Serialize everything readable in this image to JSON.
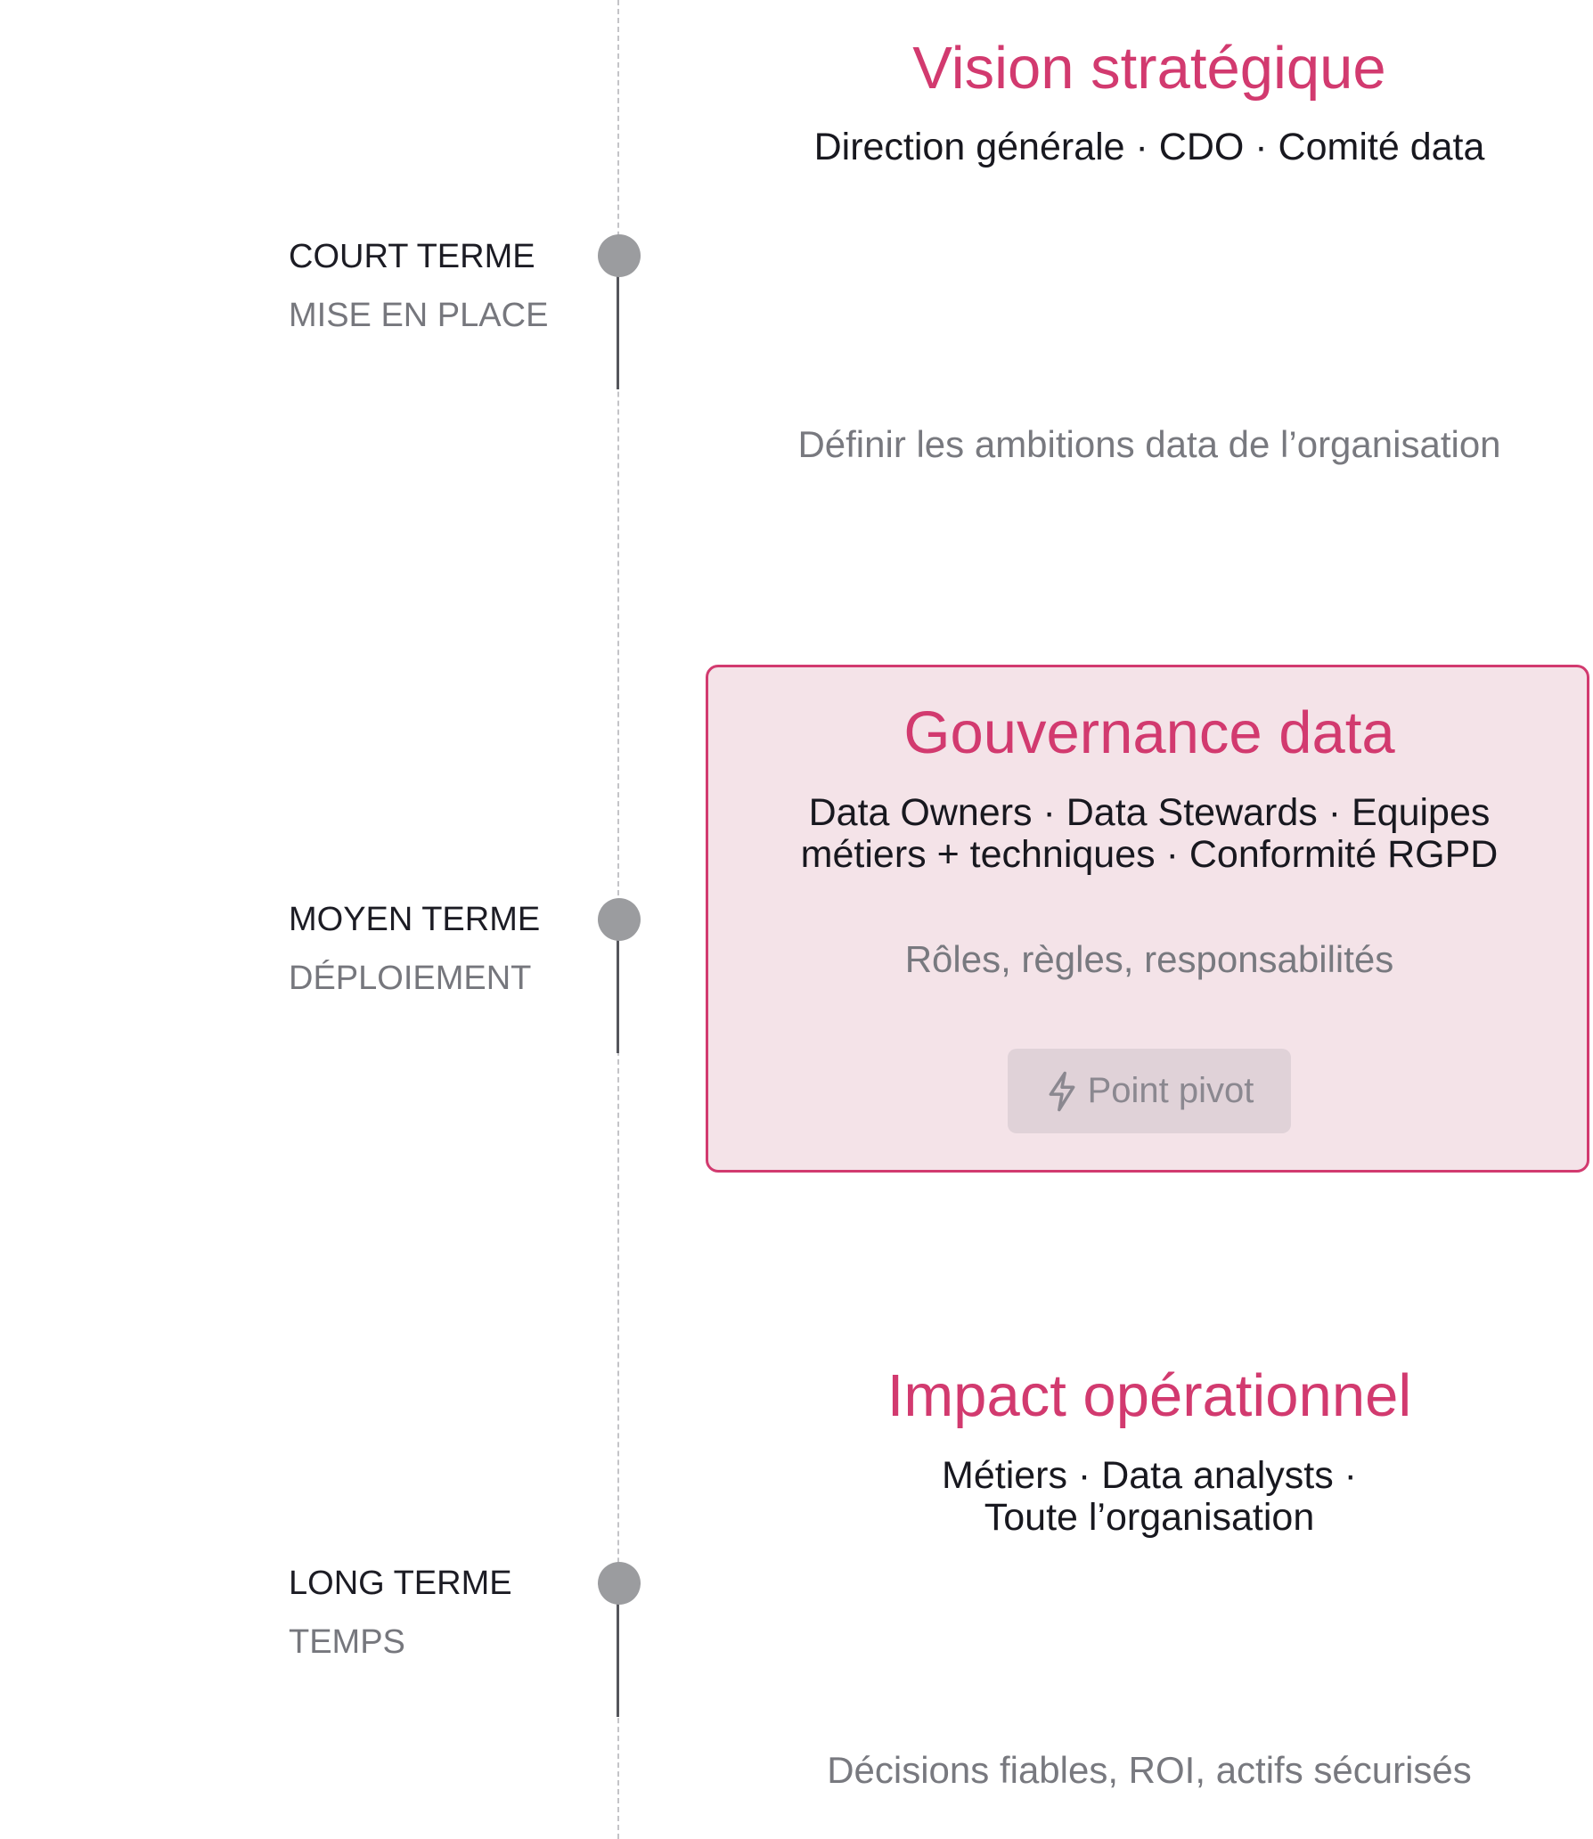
{
  "colors": {
    "accent": "#d23a6f",
    "highlight_fill": "#f4e3e8",
    "marker": "#9b9c9f",
    "text_dark": "#18181f",
    "text_muted": "#76777d"
  },
  "timeline": [
    {
      "term": "COURT TERME",
      "phase": "MISE EN PLACE"
    },
    {
      "term": "MOYEN TERME",
      "phase": "DÉPLOIEMENT"
    },
    {
      "term": "LONG TERME",
      "phase": "TEMPS"
    }
  ],
  "blocks": [
    {
      "title": "Vision stratégique",
      "actors": "Direction générale · CDO · Comité data",
      "note": "Définir les ambitions data de l’organisation"
    },
    {
      "title": "Gouvernance data",
      "actors_line1": "Data Owners · Data Stewards · Equipes",
      "actors_line2": "métiers + techniques · Conformité RGPD",
      "note": "Rôles, règles, responsabilités",
      "badge": {
        "icon": "lightning-icon",
        "label": "Point pivot"
      }
    },
    {
      "title": "Impact opérationnel",
      "actors_line1": "Métiers · Data analysts ·",
      "actors_line2": "Toute l’organisation",
      "note": "Décisions fiables, ROI, actifs sécurisés"
    }
  ]
}
